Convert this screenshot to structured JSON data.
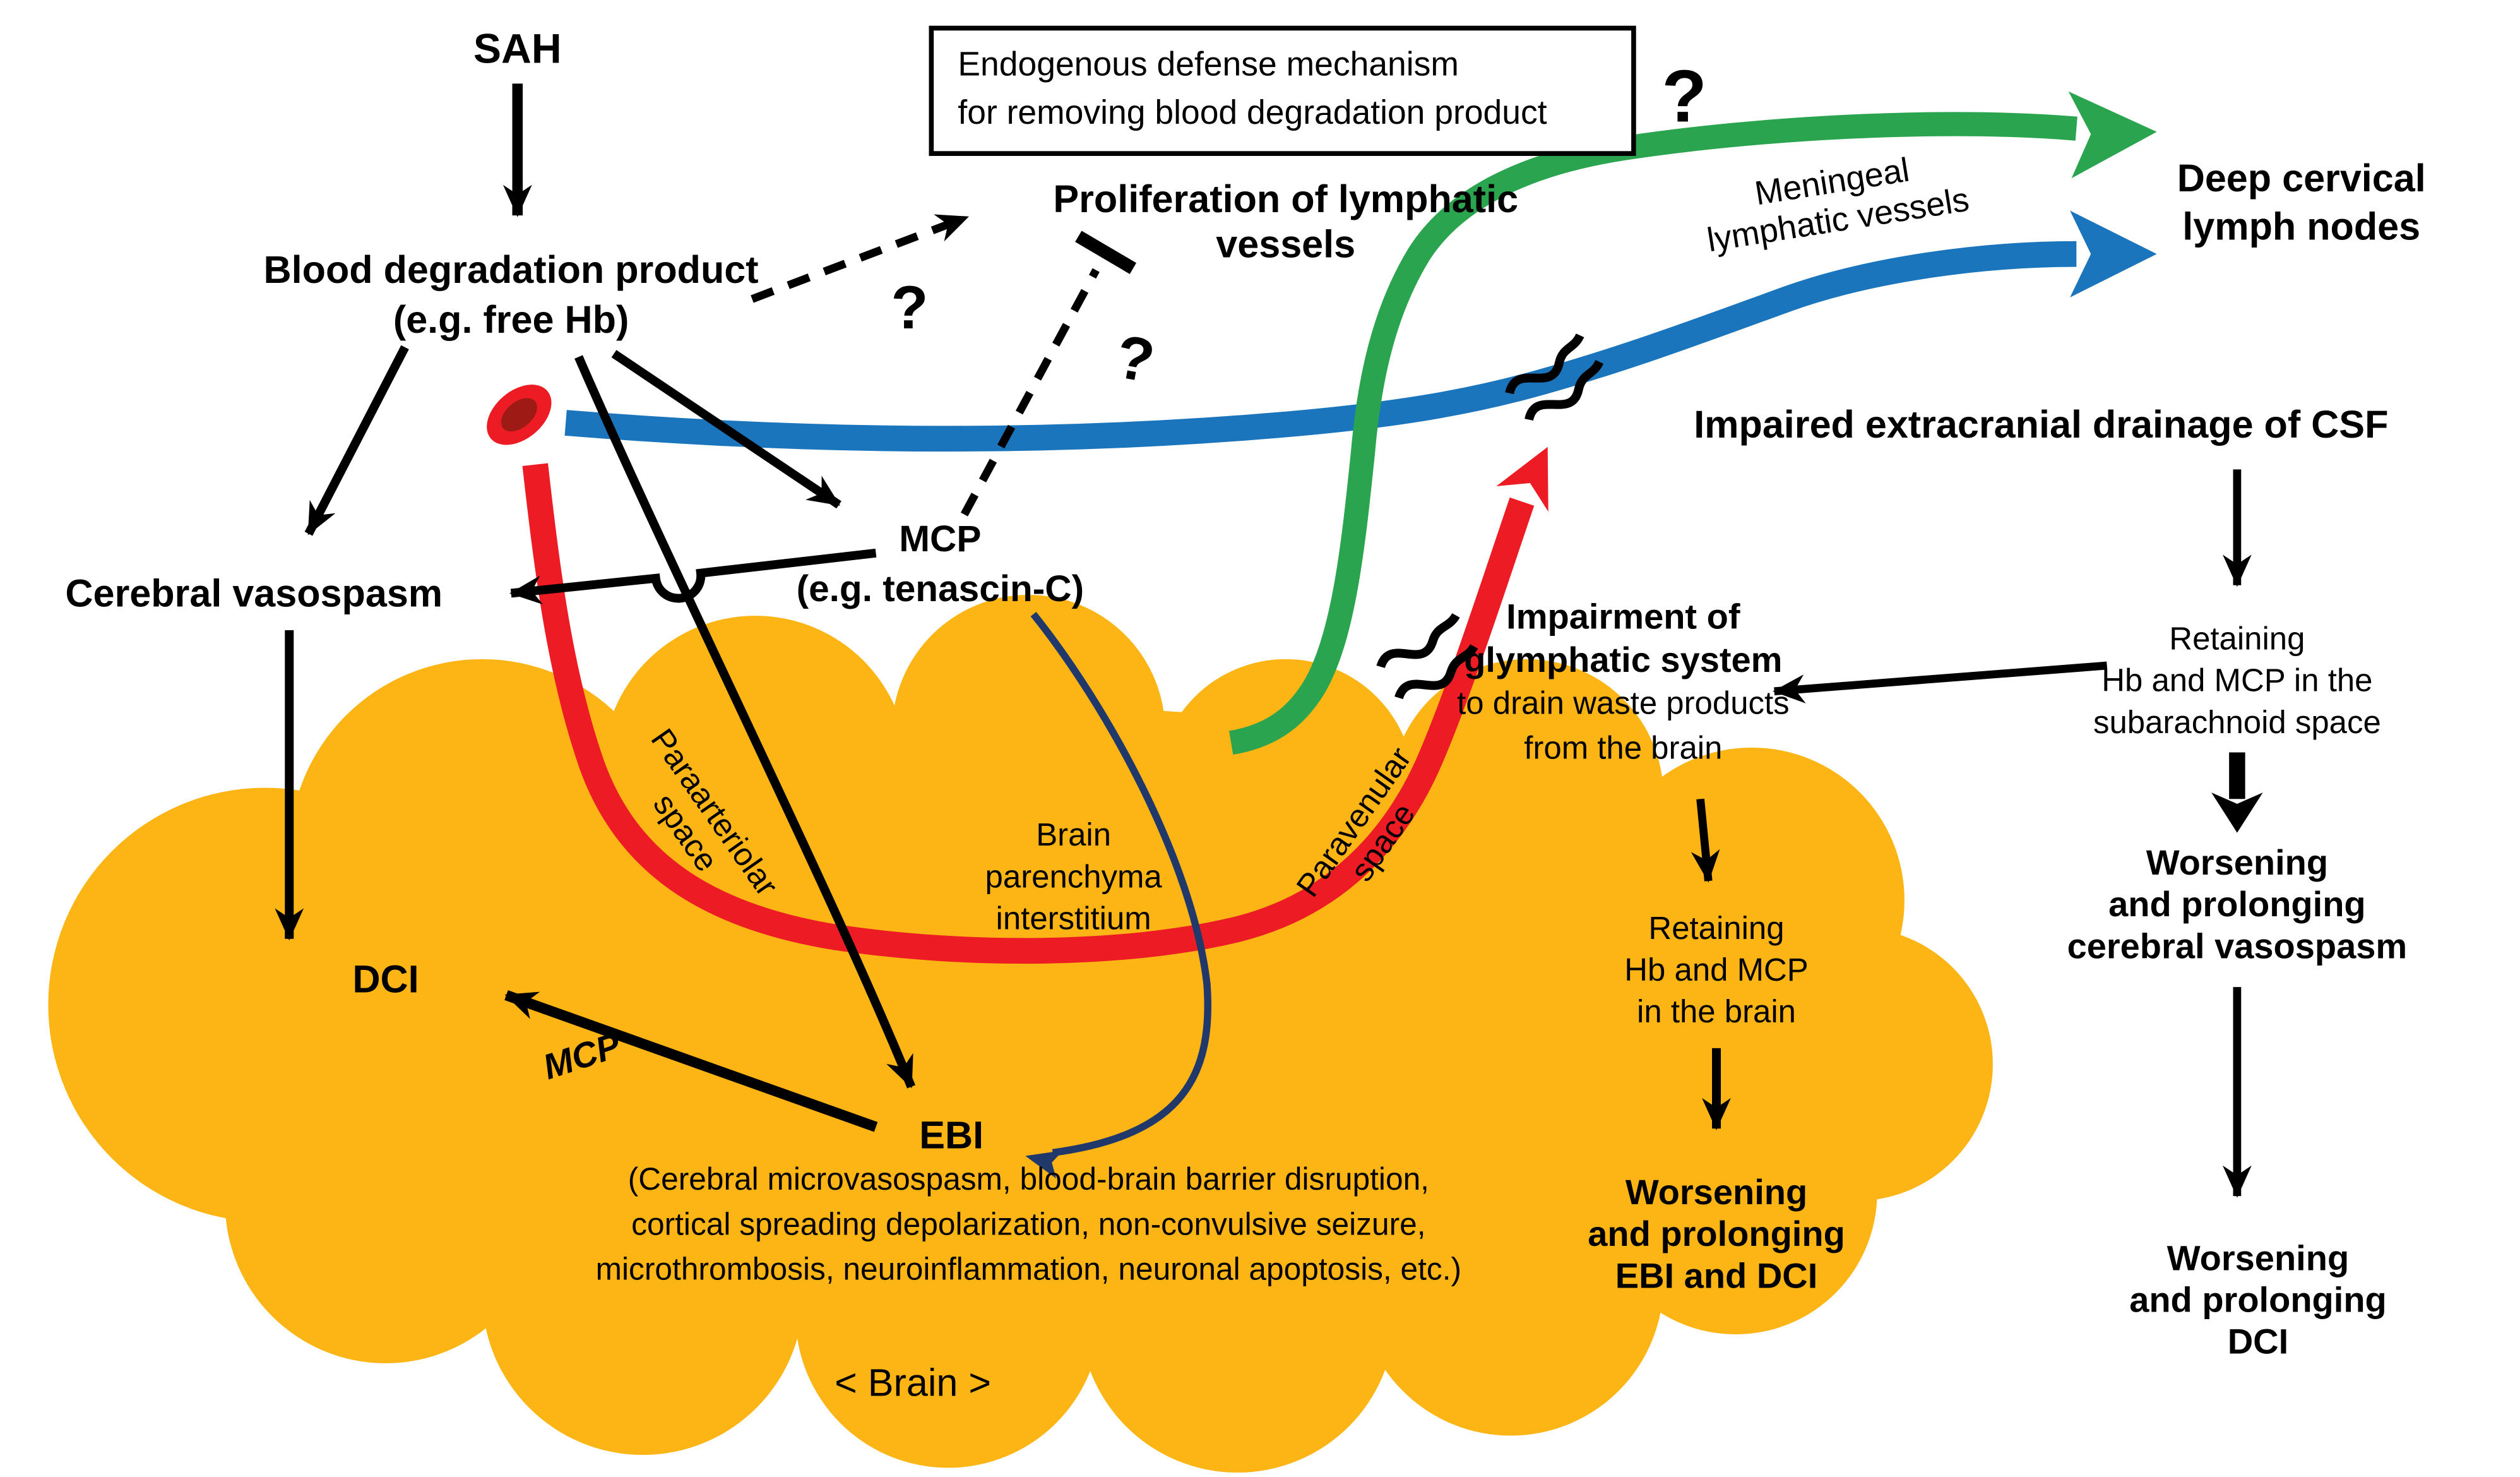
{
  "colors": {
    "yellow": "#fdb515",
    "red": "#ed1c24",
    "rbc_inner": "#9e1b15",
    "green": "#2aa44e",
    "blue": "#1b75bc",
    "navy": "#21386b",
    "black": "#000000"
  },
  "nodes": {
    "sah": "SAH",
    "bdp_line1": "Blood degradation product",
    "bdp_line2": "(e.g. free Hb)",
    "defense_box_line1": "Endogenous defense mechanism",
    "defense_box_line2": "for removing blood degradation product",
    "question_mark": "?",
    "proliferation_line1": "Proliferation of lymphatic",
    "proliferation_line2": "vessels",
    "meningeal_line1": "Meningeal",
    "meningeal_line2": "lymphatic vessels",
    "deep_cervical_line1": "Deep cervical",
    "deep_cervical_line2": "lymph nodes",
    "impaired_csf": "Impaired extracranial drainage of CSF",
    "mcp_line1": "MCP",
    "mcp_line2": "(e.g. tenascin-C)",
    "cerebral_vasospasm": "Cerebral vasospasm",
    "dci": "DCI",
    "mcp_edge_label": "MCP",
    "ebi": "EBI",
    "ebi_detail_line1": "(Cerebral microvasospasm, blood-brain barrier disruption,",
    "ebi_detail_line2": "cortical spreading depolarization, non-convulsive seizure,",
    "ebi_detail_line3": "microthrombosis, neuroinflammation, neuronal apoptosis, etc.)",
    "brain_caption": "< Brain >",
    "paraarteriolar_line1": "Paraarteriolar",
    "paraarteriolar_line2": "space",
    "parenchyma_line1": "Brain",
    "parenchyma_line2": "parenchyma",
    "parenchyma_line3": "interstitium",
    "paravenular_line1": "Paravenular",
    "paravenular_line2": "space",
    "impairment_line1": "Impairment of",
    "impairment_line2": "glymphatic system",
    "impairment_line3": "to drain waste products",
    "impairment_line4": "from the brain",
    "retaining_sas_line1": "Retaining",
    "retaining_sas_line2": "Hb and MCP in the",
    "retaining_sas_line3": "subarachnoid space",
    "worsening_cv_line1": "Worsening",
    "worsening_cv_line2": "and prolonging",
    "worsening_cv_line3": "cerebral vasospasm",
    "worsening_dci_line1": "Worsening",
    "worsening_dci_line2": "and prolonging",
    "worsening_dci_line3": "DCI",
    "retaining_brain_line1": "Retaining",
    "retaining_brain_line2": "Hb and MCP",
    "retaining_brain_line3": "in the brain",
    "worsening_ebi_line1": "Worsening",
    "worsening_ebi_line2": "and prolonging",
    "worsening_ebi_line3": "EBI and DCI"
  }
}
